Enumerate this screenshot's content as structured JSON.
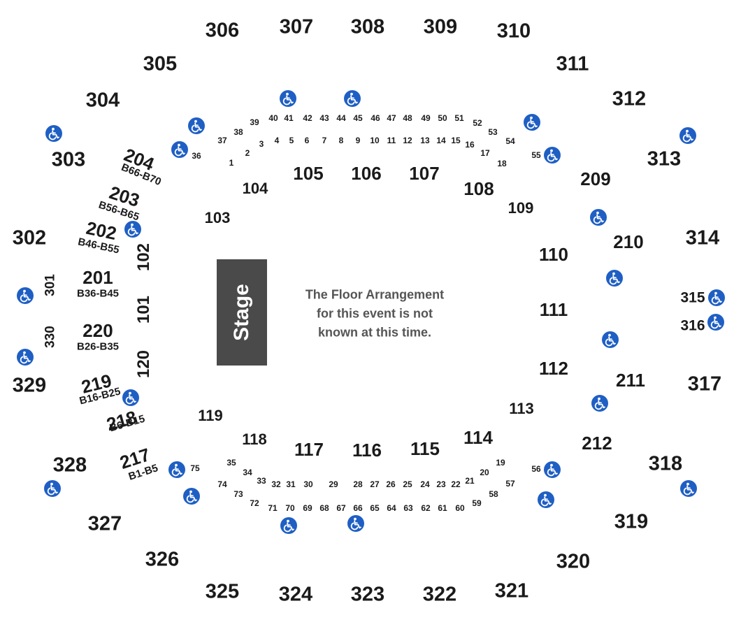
{
  "accent_color": "#1f5fc4",
  "stage": {
    "label": "Stage"
  },
  "floor_note": {
    "line1": "The Floor Arrangement",
    "line2": "for this event is not",
    "line3": "known at this time."
  },
  "sections_300": [
    "301",
    "302",
    "303",
    "304",
    "305",
    "306",
    "307",
    "308",
    "309",
    "310",
    "311",
    "312",
    "313",
    "314",
    "315",
    "316",
    "317",
    "318",
    "319",
    "320",
    "321",
    "322",
    "323",
    "324",
    "325",
    "326",
    "327",
    "328",
    "329",
    "330"
  ],
  "sections_200": [
    {
      "number": "201",
      "range": "B36-B45"
    },
    {
      "number": "202",
      "range": "B46-B55"
    },
    {
      "number": "203",
      "range": "B56-B65"
    },
    {
      "number": "204",
      "range": "B66-B70"
    },
    {
      "number": "209",
      "range": ""
    },
    {
      "number": "210",
      "range": ""
    },
    {
      "number": "211",
      "range": ""
    },
    {
      "number": "212",
      "range": ""
    },
    {
      "number": "217",
      "range": "B1-B5"
    },
    {
      "number": "218",
      "range": "B6-B15"
    },
    {
      "number": "219",
      "range": "B16-B25"
    },
    {
      "number": "220",
      "range": "B26-B35"
    }
  ],
  "sections_100": [
    "101",
    "102",
    "103",
    "104",
    "105",
    "106",
    "107",
    "108",
    "109",
    "110",
    "111",
    "112",
    "113",
    "114",
    "115",
    "116",
    "117",
    "118",
    "119",
    "120"
  ],
  "boxes": [
    "1",
    "2",
    "3",
    "4",
    "5",
    "6",
    "7",
    "8",
    "9",
    "10",
    "11",
    "12",
    "13",
    "14",
    "15",
    "16",
    "17",
    "18",
    "19",
    "20",
    "21",
    "22",
    "23",
    "24",
    "25",
    "26",
    "27",
    "28",
    "29",
    "30",
    "31",
    "32",
    "33",
    "34",
    "35",
    "36",
    "37",
    "38",
    "39",
    "40",
    "41",
    "42",
    "43",
    "44",
    "45",
    "46",
    "47",
    "48",
    "49",
    "50",
    "51",
    "52",
    "53",
    "54",
    "55",
    "56",
    "57",
    "58",
    "59",
    "60",
    "61",
    "62",
    "63",
    "64",
    "65",
    "66",
    "67",
    "68",
    "69",
    "70",
    "71",
    "72",
    "73",
    "74",
    "75"
  ],
  "wheelchair_icon": "wheelchair-icon"
}
